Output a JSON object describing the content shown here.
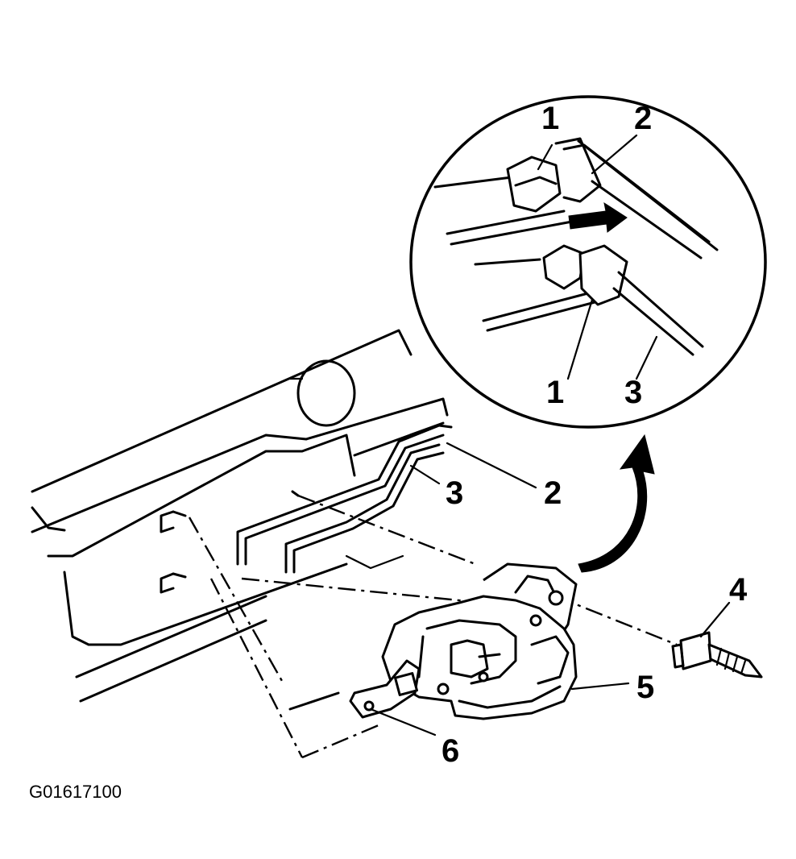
{
  "figure_id": "G01617100",
  "callouts": {
    "detail_clip_top": "1",
    "detail_rod_top": "2",
    "detail_clip_bottom": "1",
    "detail_rod_bottom": "3",
    "rod_2": "2",
    "rod_3": "3",
    "fastener": "4",
    "handle": "5",
    "bracket": "6"
  }
}
